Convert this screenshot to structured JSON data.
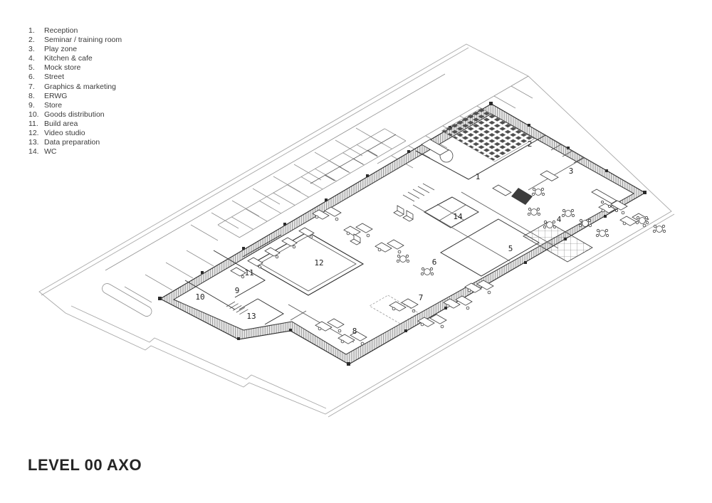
{
  "title": "LEVEL 00 AXO",
  "legend": {
    "items": [
      {
        "num": "1.",
        "label": "Reception"
      },
      {
        "num": "2.",
        "label": "Seminar / training room"
      },
      {
        "num": "3.",
        "label": "Play zone"
      },
      {
        "num": "4.",
        "label": "Kitchen & cafe"
      },
      {
        "num": "5.",
        "label": "Mock store"
      },
      {
        "num": "6.",
        "label": "Street"
      },
      {
        "num": "7.",
        "label": "Graphics & marketing"
      },
      {
        "num": "8.",
        "label": "ERWG"
      },
      {
        "num": "9.",
        "label": "Store"
      },
      {
        "num": "10.",
        "label": "Goods distribution"
      },
      {
        "num": "11.",
        "label": "Build area"
      },
      {
        "num": "12.",
        "label": "Video studio"
      },
      {
        "num": "13.",
        "label": "Data preparation"
      },
      {
        "num": "14.",
        "label": "WC"
      }
    ]
  },
  "plan": {
    "labels": [
      {
        "n": "1"
      },
      {
        "n": "2"
      },
      {
        "n": "3"
      },
      {
        "n": "4"
      },
      {
        "n": "5"
      },
      {
        "n": "6"
      },
      {
        "n": "7"
      },
      {
        "n": "8"
      },
      {
        "n": "9"
      },
      {
        "n": "10"
      },
      {
        "n": "11"
      },
      {
        "n": "12"
      },
      {
        "n": "13"
      },
      {
        "n": "14"
      }
    ]
  },
  "colors": {
    "background": "#ffffff",
    "building_line": "#2a2a2a",
    "ground_line": "#a8a8a8",
    "legend_text": "#3b3b3b",
    "title_text": "#252525",
    "seat_fill": "#4f4f4f"
  }
}
